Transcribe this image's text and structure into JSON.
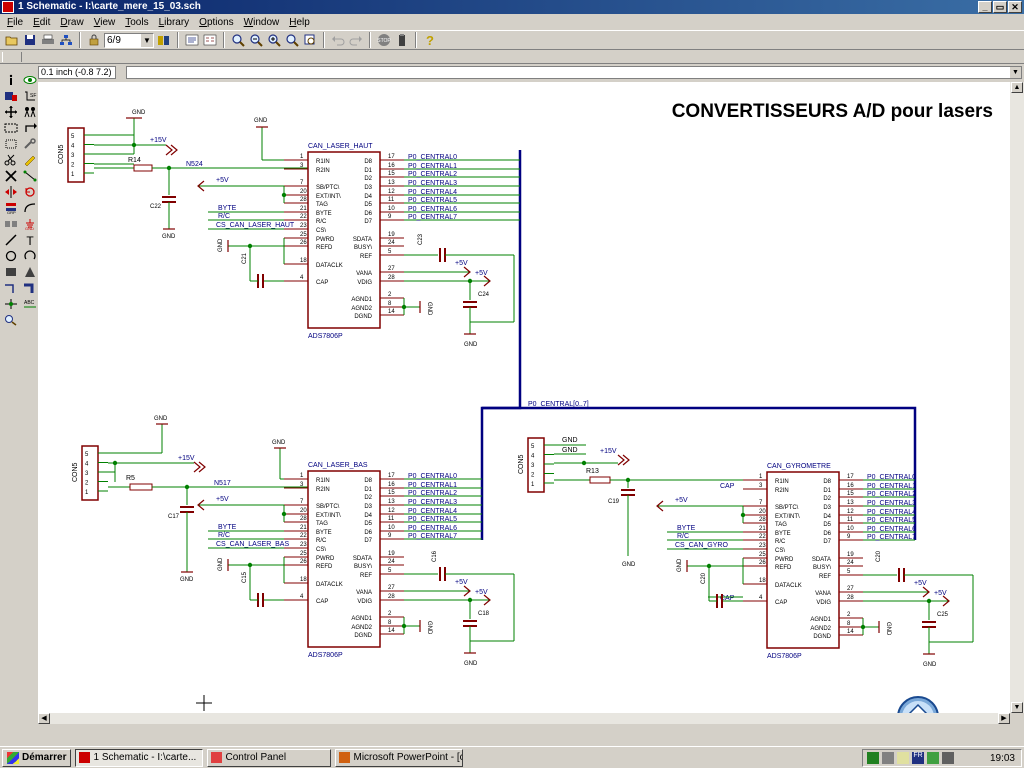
{
  "window": {
    "title": "1 Schematic - I:\\carte_mere_15_03.sch",
    "controls": [
      "_",
      "▭",
      "✕"
    ]
  },
  "menu": [
    "File",
    "Edit",
    "Draw",
    "View",
    "Tools",
    "Library",
    "Options",
    "Window",
    "Help"
  ],
  "toolbar": {
    "page_select": "6/9"
  },
  "coordinates": "0.1 inch (-0.8 7.2)",
  "schematic": {
    "title": "CONVERTISSEURS A/D pour lasers",
    "bus_label": "P0_CENTRAL[0..7]",
    "net_labels": {
      "gnd": "GND",
      "p15v": "+15V",
      "p5v": "+5V",
      "byte": "BYTE",
      "rc": "R/C",
      "cap": "CAP",
      "cs_haut": "CS_CAN_LASER_HAUT",
      "cs_bas": "CS_CAN_LASER_BAS",
      "cs_gyro": "CS_CAN_GYRO"
    },
    "connector": {
      "ref": "CON5",
      "pins": [
        "5",
        "4",
        "3",
        "2",
        "1"
      ]
    },
    "chips": [
      {
        "name": "CAN_LASER_HAUT",
        "part": "ADS7806P",
        "resistor": "R14",
        "net": "N524",
        "caps": [
          "C22",
          "C21",
          "C23",
          "C24"
        ]
      },
      {
        "name": "CAN_LASER_BAS",
        "part": "ADS7806P",
        "resistor": "R5",
        "net": "N517",
        "caps": [
          "C17",
          "C15",
          "C16",
          "C18"
        ]
      },
      {
        "name": "CAN_GYROMETRE",
        "part": "ADS7806P",
        "resistor": "R13",
        "net": "",
        "caps": [
          "C19",
          "C20",
          "C25"
        ]
      }
    ],
    "chip_pins_left": [
      {
        "num": "1",
        "name": "R1IN"
      },
      {
        "num": "3",
        "name": "R2IN"
      },
      {
        "num": "7",
        "name": "SB/PTC\\"
      },
      {
        "num": "20",
        "name": "EXT/INT\\"
      },
      {
        "num": "28",
        "name": "TAG"
      },
      {
        "num": "21",
        "name": "BYTE"
      },
      {
        "num": "22",
        "name": "R/C"
      },
      {
        "num": "23",
        "name": "CS\\"
      },
      {
        "num": "25",
        "name": "PWRD"
      },
      {
        "num": "26",
        "name": "REFD"
      },
      {
        "num": "18",
        "name": "DATACLK"
      },
      {
        "num": "4",
        "name": "CAP"
      }
    ],
    "chip_pins_right": [
      {
        "num": "17",
        "name": "D8"
      },
      {
        "num": "16",
        "name": "D1"
      },
      {
        "num": "15",
        "name": "D2"
      },
      {
        "num": "13",
        "name": "D3"
      },
      {
        "num": "12",
        "name": "D4"
      },
      {
        "num": "11",
        "name": "D5"
      },
      {
        "num": "10",
        "name": "D6"
      },
      {
        "num": "9",
        "name": "D7"
      },
      {
        "num": "19",
        "name": "SDATA"
      },
      {
        "num": "24",
        "name": "BUSY\\"
      },
      {
        "num": "5",
        "name": "REF"
      },
      {
        "num": "27",
        "name": "VANA"
      },
      {
        "num": "28",
        "name": "VDIG"
      },
      {
        "num": "2",
        "name": "AGND1"
      },
      {
        "num": "8",
        "name": "AGND2"
      },
      {
        "num": "14",
        "name": "DGND"
      }
    ],
    "data_nets": [
      "P0_CENTRAL0",
      "P0_CENTRAL1",
      "P0_CENTRAL2",
      "P0_CENTRAL3",
      "P0_CENTRAL4",
      "P0_CENTRAL5",
      "P0_CENTRAL6",
      "P0_CENTRAL7"
    ]
  },
  "taskbar": {
    "start": "Démarrer",
    "tasks": [
      "1 Schematic - I:\\carte...",
      "Control Panel",
      "Microsoft PowerPoint - [c..."
    ],
    "tray_lang": "FR",
    "clock": "19:03"
  },
  "colors": {
    "wire": "#008000",
    "component": "#800000",
    "bus": "#000080",
    "text": "#000080"
  }
}
